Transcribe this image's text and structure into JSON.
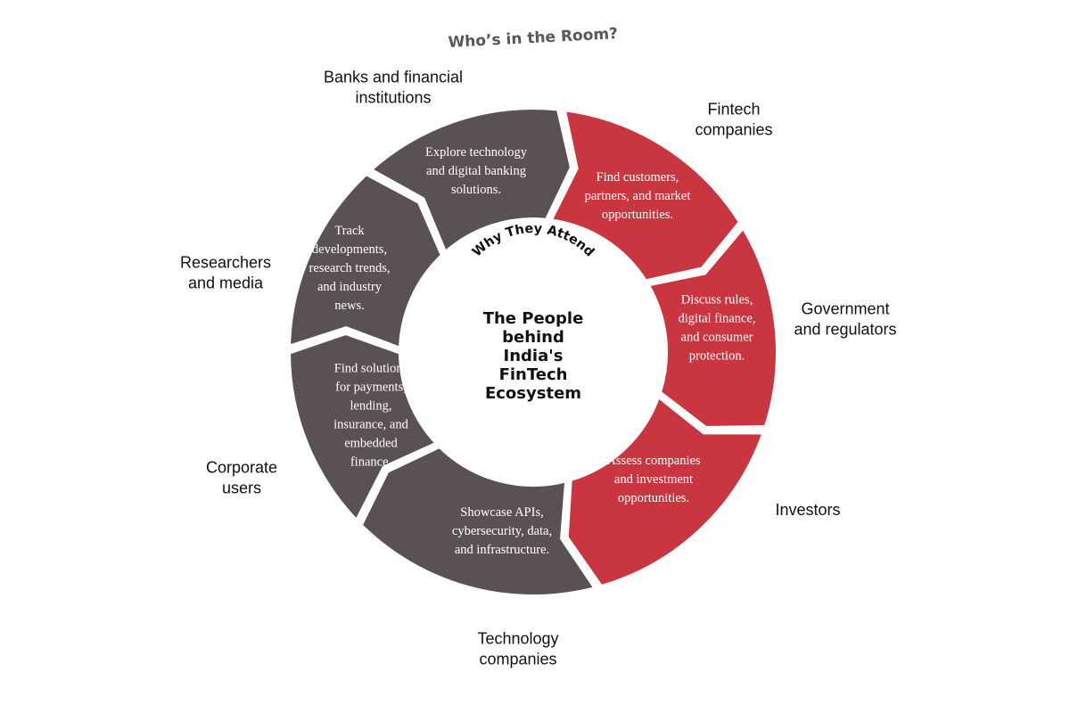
{
  "title": "Who’s in the Room?",
  "center": {
    "arc_label": "Why They Attend",
    "lines": [
      "The People",
      "behind",
      "India's",
      "FinTech",
      "Ecosystem"
    ]
  },
  "colors": {
    "red": "#c9363f",
    "gray": "#5a5152",
    "title": "#57575c",
    "text": "#111111"
  },
  "segments": [
    {
      "id": "fintech",
      "color": "red",
      "label": [
        "Fintech",
        "companies"
      ],
      "text": [
        "Find customers,",
        "partners, and market",
        "opportunities."
      ]
    },
    {
      "id": "government",
      "color": "red",
      "label": [
        "Government",
        "and regulators"
      ],
      "text": [
        "Discuss rules,",
        "digital finance,",
        "and consumer",
        "protection."
      ]
    },
    {
      "id": "investors",
      "color": "red",
      "label": [
        "Investors"
      ],
      "text": [
        "Assess companies",
        "and investment",
        "opportunities."
      ]
    },
    {
      "id": "technology",
      "color": "gray",
      "label": [
        "Technology",
        "companies"
      ],
      "text": [
        "Showcase APIs,",
        "cybersecurity, data,",
        "and infrastructure."
      ]
    },
    {
      "id": "corporate",
      "color": "gray",
      "label": [
        "Corporate",
        "users"
      ],
      "text": [
        "Find solutions",
        "for payments,",
        "lending,",
        "insurance, and",
        "embedded",
        "finance."
      ]
    },
    {
      "id": "researchers",
      "color": "gray",
      "label": [
        "Researchers",
        "and media"
      ],
      "text": [
        "Track",
        "developments,",
        "research trends,",
        "and industry",
        "news."
      ]
    },
    {
      "id": "banks",
      "color": "gray",
      "label": [
        "Banks and financial",
        "institutions"
      ],
      "text": [
        "Explore technology",
        "and digital banking",
        "solutions."
      ]
    }
  ]
}
